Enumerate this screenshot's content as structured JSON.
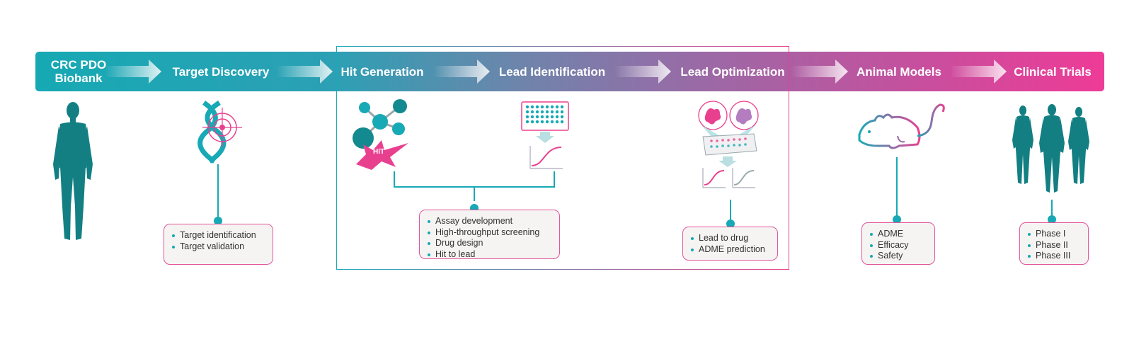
{
  "stages": [
    {
      "line1": "CRC PDO",
      "line2": "Biobank"
    },
    {
      "label": "Target Discovery"
    },
    {
      "label": "Hit Generation"
    },
    {
      "label": "Lead Identification"
    },
    {
      "label": "Lead Optimization"
    },
    {
      "label": "Animal Models"
    },
    {
      "label": "Clinical Trials"
    }
  ],
  "hit_badge": "HIT",
  "boxes": {
    "target": [
      "Target identification",
      "Target validation"
    ],
    "hit": [
      "Assay development",
      "High-throughput screening",
      "Drug design",
      "Hit to lead"
    ],
    "lead": [
      "Lead to drug",
      "ADME prediction"
    ],
    "animal": [
      "ADME",
      "Efficacy",
      "Safety"
    ],
    "clinical": [
      "Phase I",
      "Phase II",
      "Phase III"
    ]
  },
  "colors": {
    "teal": "#16a9b4",
    "magenta": "#ee3b97",
    "purple": "#9a6aa6",
    "figure": "#137f83"
  },
  "icons": [
    "human-figure-icon",
    "dna-target-icon",
    "molecule-icon",
    "microplate-icon",
    "curve-icon",
    "organoid-icon",
    "mouse-icon",
    "people-icon"
  ]
}
